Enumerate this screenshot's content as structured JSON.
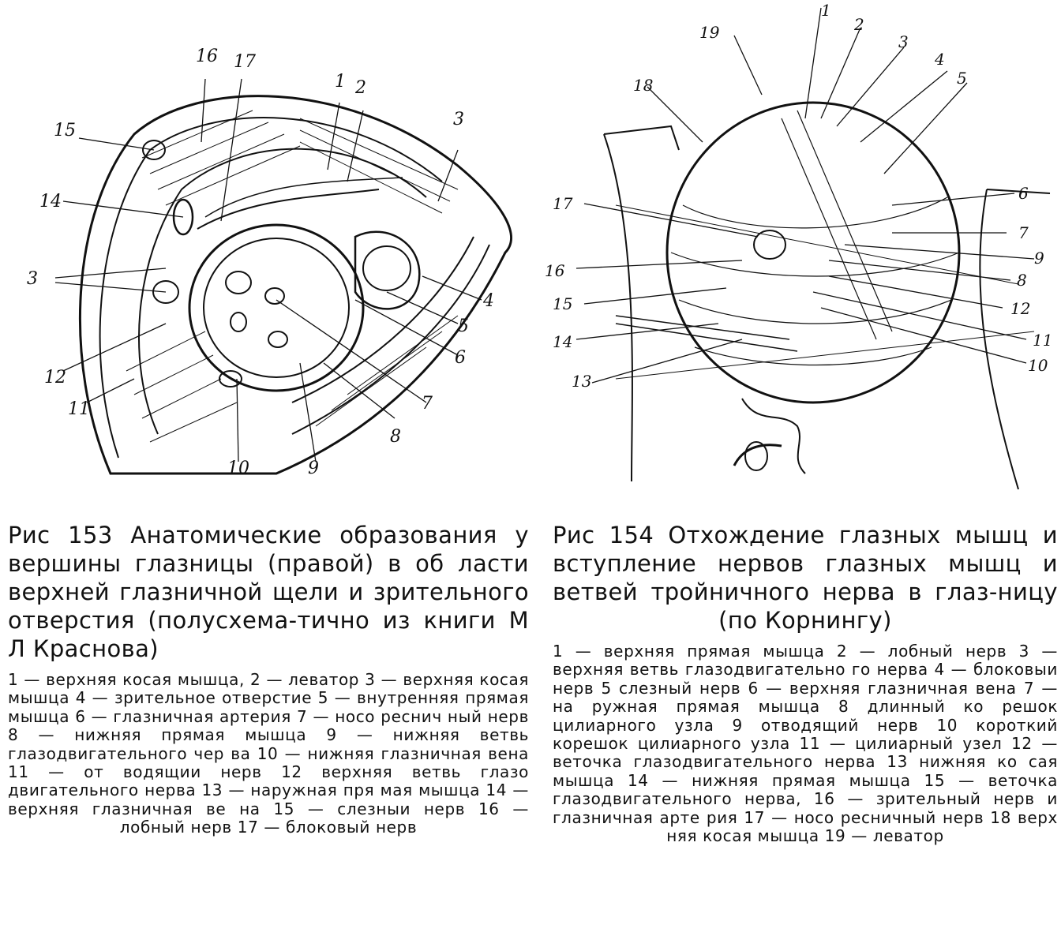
{
  "figure_153": {
    "labels": [
      "16",
      "17",
      "1",
      "2",
      "15",
      "3",
      "14",
      "3",
      "4",
      "5",
      "12",
      "6",
      "11",
      "7",
      "8",
      "10",
      "9"
    ]
  },
  "figure_154": {
    "labels": [
      "1",
      "19",
      "2",
      "3",
      "4",
      "18",
      "5",
      "6",
      "17",
      "7",
      "9",
      "16",
      "8",
      "15",
      "12",
      "14",
      "11",
      "13",
      "10"
    ]
  },
  "caption_153": {
    "title": "Рис 153 Анатомические образования у вершины глазницы (правой) в об ласти верхней глазничной щели и зрительного отверстия (полусхема-тично из книги М Л Краснова)",
    "legend": "1 — верхняя косая мышца, 2 — леватор 3 — верхняя косая мышца 4 — зрительное отверстие 5 — внутренняя прямая мышца 6 — глазничная артерия 7 — носо реснич ный нерв 8 — нижняя прямая мышца 9 — нижняя ветвь глазодвигательного чер ва 10 — нижняя глазничная вена 11 — от водящии нерв 12 верхняя ветвь глазо двигательного нерва 13 — наружная пря мая мышца 14 — верхняя глазничная ве на 15 — слезныи нерв 16 — лобный нерв 17 — блоковый нерв"
  },
  "caption_154": {
    "title": "Рис 154 Отхождение глазных мышц и вступление нервов глазных мышц и ветвей тройничного нерва в глаз-ницу (по Корнингу)",
    "legend": "1 — верхняя прямая мышца 2 — лобный нерв 3 — верхняя ветвь глазодвигательно го нерва 4 — блоковыи нерв 5 слезный нерв 6 — верхняя глазничная вена 7 — на ружная прямая мышца 8 длинный ко решок цилиарного узла 9 отводящий нерв 10 короткий корешок цилиарного узла 11 — цилиарный узел 12 — веточка глазодвигательного нерва 13 нижняя ко сая мышца 14 — нижняя прямая мышца 15 — веточка глазодвигательного нерва, 16 — зрительный нерв и глазничная арте рия 17 — носо ресничный нерв 18 верх няя косая мышца 19 — леватор"
  }
}
